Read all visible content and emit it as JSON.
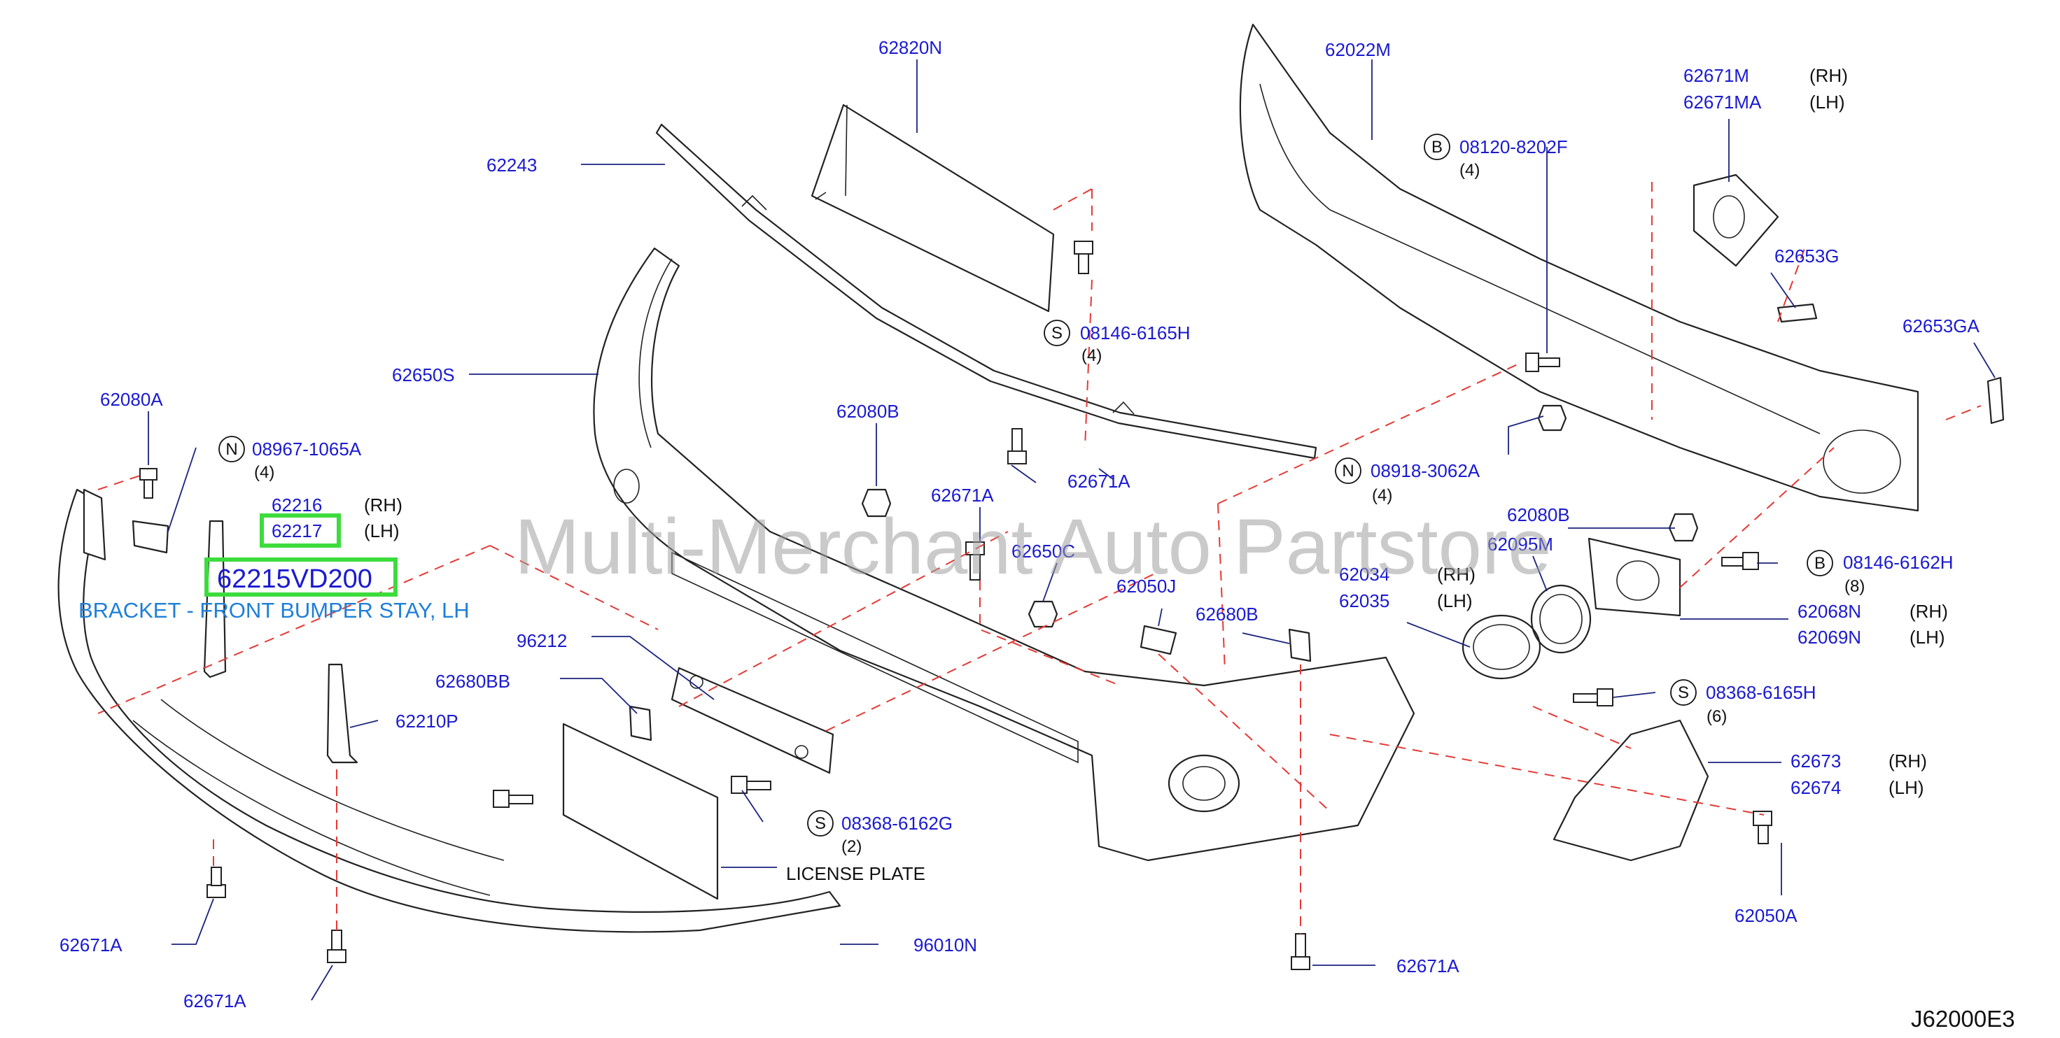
{
  "watermark": "Multi-Merchant Auto Partstore",
  "diagram_ref": "J62000E3",
  "highlight": {
    "part_number": "62215VD200",
    "description": "BRACKET - FRONT BUMPER STAY, LH",
    "color": "#3ddc3d"
  },
  "labels": {
    "p62820N": "62820N",
    "p62243": "62243",
    "p62650S": "62650S",
    "p62080A": "62080A",
    "p08967": "08967-1065A",
    "q08967": "(4)",
    "p62216": "62216",
    "p62217": "62217",
    "rh1": "(RH)",
    "lh1": "(LH)",
    "p62080B_mid": "62080B",
    "p62671A_mid": "62671A",
    "p62671A_top": "62671A",
    "p08146_6165H": "08146-6165H",
    "q08146_6165H": "(4)",
    "p62650C": "62650C",
    "p62050J": "62050J",
    "p62680B": "62680B",
    "p96212": "96212",
    "p62680BB": "62680BB",
    "p62210P": "62210P",
    "p08368_6162G": "08368-6162G",
    "q08368_6162G": "(2)",
    "license_plate": "LICENSE   PLATE",
    "p96010N": "96010N",
    "p62671A_bl1": "62671A",
    "p62671A_bl2": "62671A",
    "p62671A_bc": "62671A",
    "p62022M": "62022M",
    "p08120": "08120-8202F",
    "q08120": "(4)",
    "p62671M": "62671M",
    "p62671MA": "62671MA",
    "rh2": "(RH)",
    "lh2": "(LH)",
    "p62653G": "62653G",
    "p62653GA": "62653GA",
    "p08918": "08918-3062A",
    "q08918": "(4)",
    "p62080B_r": "62080B",
    "p62095M": "62095M",
    "p62034": "62034",
    "p62035": "62035",
    "rh3": "(RH)",
    "lh3": "(LH)",
    "p08146_6162H": "08146-6162H",
    "q08146_6162H": "(8)",
    "p62068N": "62068N",
    "p62069N": "62069N",
    "rh4": "(RH)",
    "lh4": "(LH)",
    "p08368_6165H": "08368-6165H",
    "q08368_6165H": "(6)",
    "p62673": "62673",
    "p62674": "62674",
    "rh5": "(RH)",
    "lh5": "(LH)",
    "p62050A": "62050A"
  },
  "prefix": {
    "N": "N",
    "S": "S",
    "B": "B"
  }
}
